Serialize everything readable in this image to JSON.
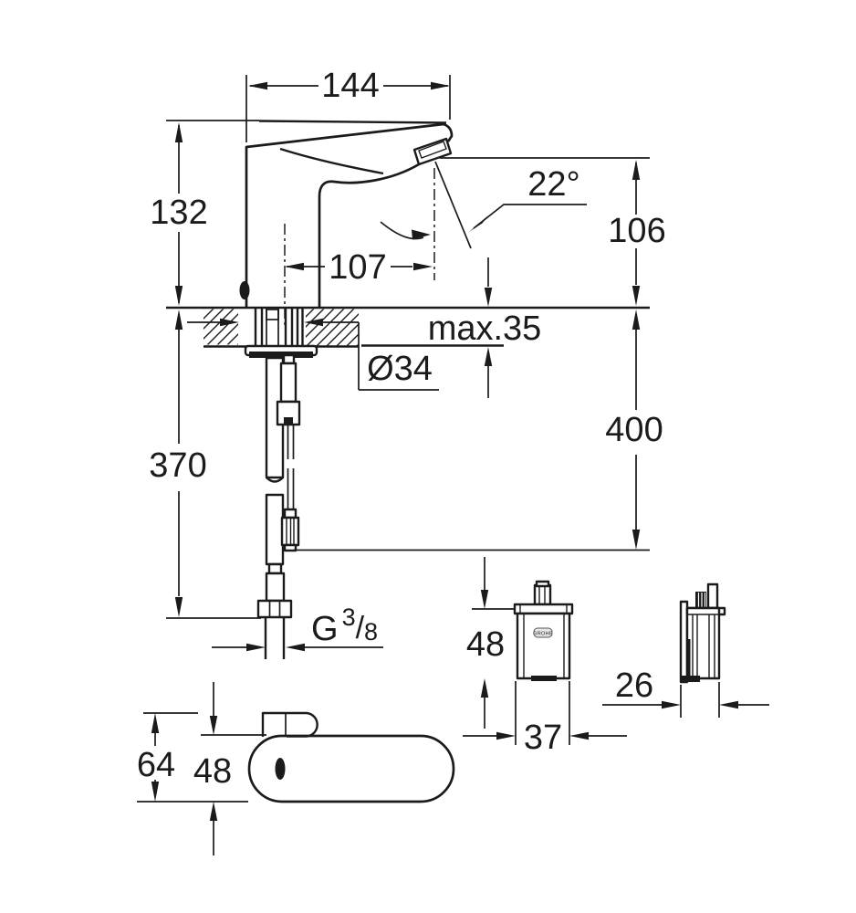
{
  "drawing": {
    "kind": "technical dimension drawing",
    "subject": "infrared sensor basin mixer tap with flexible hose, power cable and control box",
    "background_color": "#ffffff",
    "line_color": "#1b1b1b",
    "dimensions": {
      "spout_width": "144",
      "body_height": "132",
      "spray_angle": "22°",
      "outlet_height": "106",
      "outlet_reach": "107",
      "deck_thickness_max": "max.35",
      "hole_diameter": "Ø34",
      "cable_length": "400",
      "hose_length": "370",
      "thread": {
        "prefix": "G",
        "numerator": "3",
        "slash": "/",
        "denominator": "8"
      },
      "box_height": "48",
      "box_width": "37",
      "box_depth": "26",
      "top_view_overall": "64",
      "top_view_body": "48"
    },
    "logo": "GROHE"
  }
}
